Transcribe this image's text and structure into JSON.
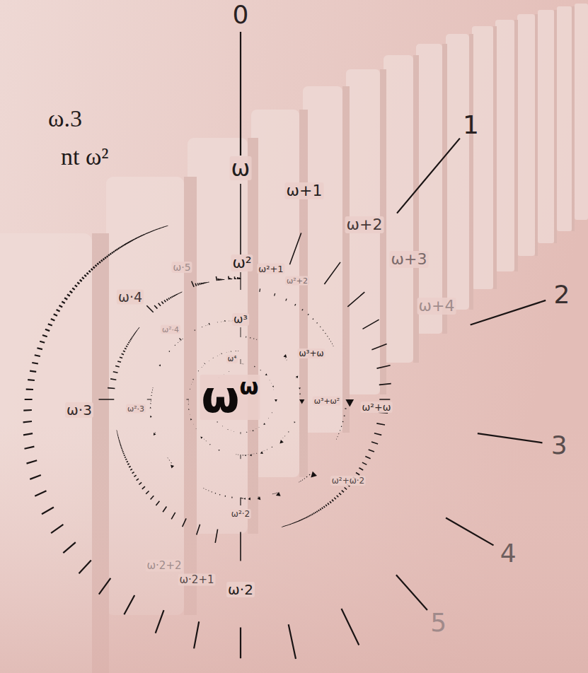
{
  "diagram": {
    "labels": [
      "0",
      "1",
      "2",
      "3",
      "4",
      "5",
      "ω.3",
      "nt ω²",
      "ω",
      "ω+1",
      "ω+2",
      "ω+3",
      "ω+4",
      "ω²",
      "ω²+1",
      "ω²+2",
      "ω·5",
      "ω·4",
      "ω³",
      "ω²·4",
      "ω³+ω",
      "ω⁴",
      "ωω",
      "ω·3",
      "ω²·3",
      "ω³+ω²",
      "ω²+ω",
      "ω²+ω·2",
      "ω²·2",
      "ω·2+2",
      "ω·2+1",
      "ω·2"
    ]
  }
}
